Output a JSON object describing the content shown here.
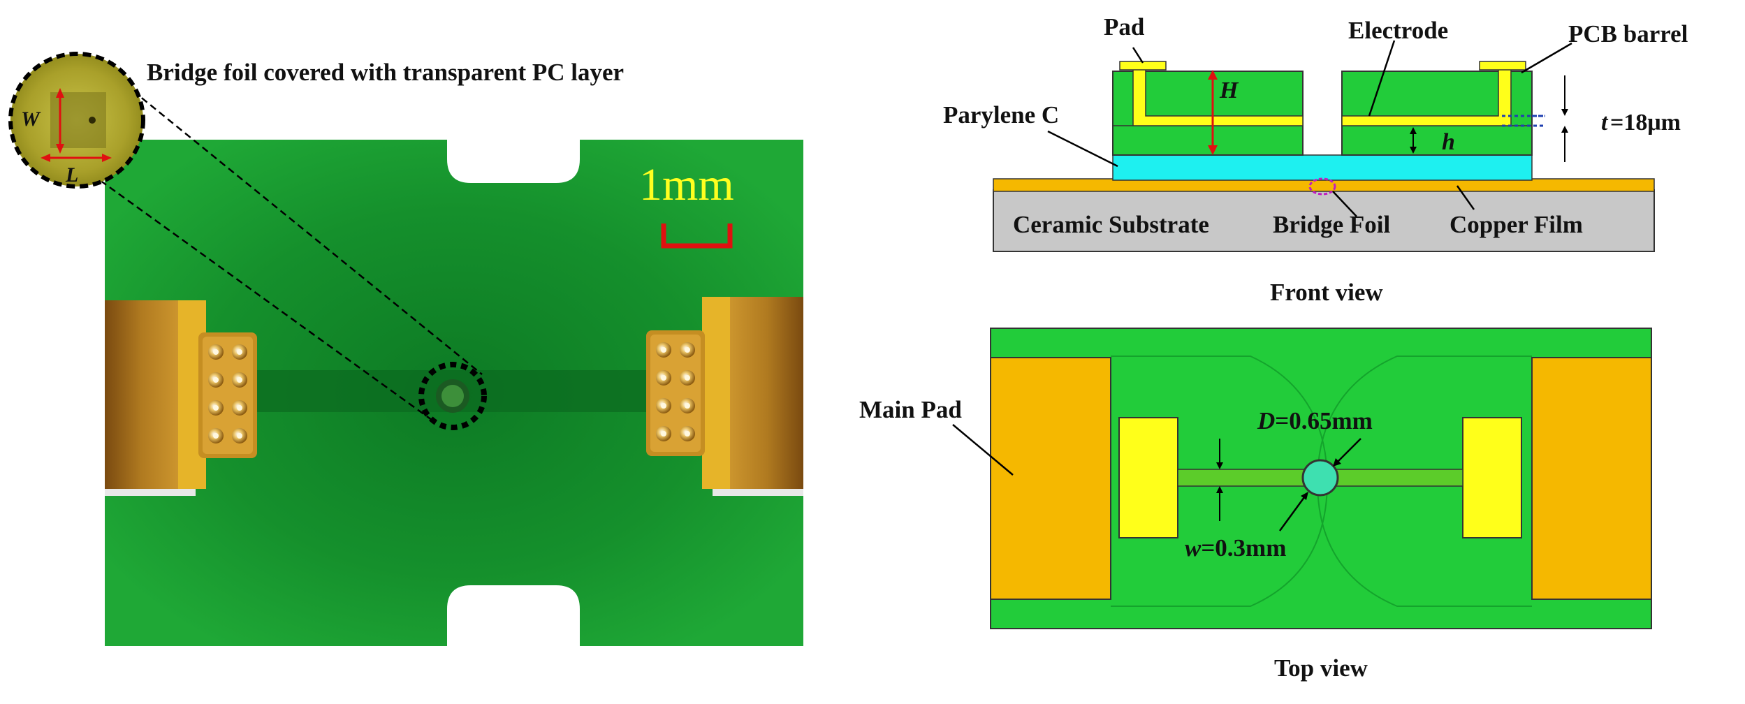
{
  "photo": {
    "inset_label": "Bridge foil covered with transparent PC layer",
    "inset_W": "W",
    "inset_L": "L",
    "scale_bar_label": "1mm"
  },
  "front_view": {
    "caption": "Front view",
    "pad": "Pad",
    "electrode": "Electrode",
    "pcb_barrel": "PCB barrel",
    "parylene": "Parylene C",
    "H": "H",
    "h": "h",
    "t_symbol": "t",
    "t_value": "=18μm",
    "ceramic": "Ceramic Substrate",
    "bridge_foil": "Bridge Foil",
    "copper_film": "Copper Film"
  },
  "top_view": {
    "caption": "Top view",
    "main_pad": "Main Pad",
    "D_symbol": "D",
    "D_value": "=0.65mm",
    "w_symbol": "w",
    "w_value": "=0.3mm"
  },
  "colors": {
    "pcb_green": "#1a9e32",
    "diagram_green": "#22cc3a",
    "gold": "#f5b800",
    "yellow": "#ffff1a",
    "cyan": "#1ef0f0",
    "gray": "#c8c8c8",
    "red": "#e01010",
    "scale_yellow": "#ffff20"
  }
}
